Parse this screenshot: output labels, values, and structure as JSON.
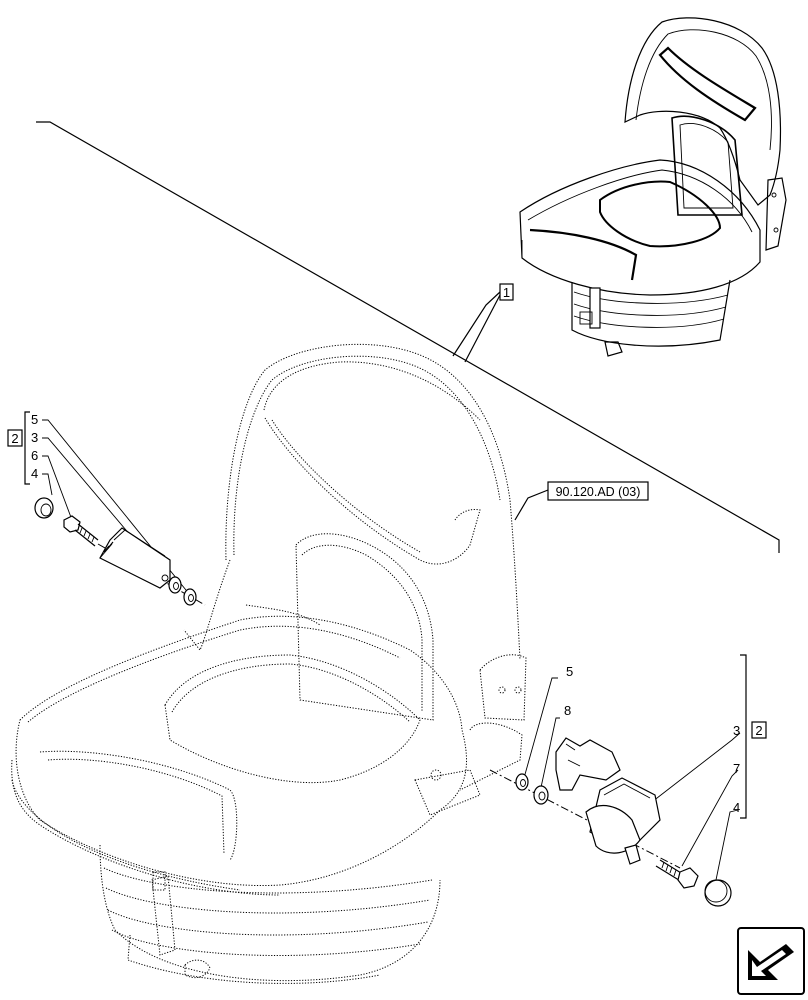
{
  "callouts": {
    "ref_seat": "1",
    "group_left": "2",
    "group_right": "2",
    "ref_link": "90.120.AD (03)",
    "left_items": [
      "5",
      "3",
      "6",
      "4"
    ],
    "right_items": {
      "washer": "5",
      "spacer": "8",
      "buckle": "3",
      "bolt": "7",
      "cap": "4"
    }
  },
  "icons": {
    "nav": "arrow-icon"
  }
}
